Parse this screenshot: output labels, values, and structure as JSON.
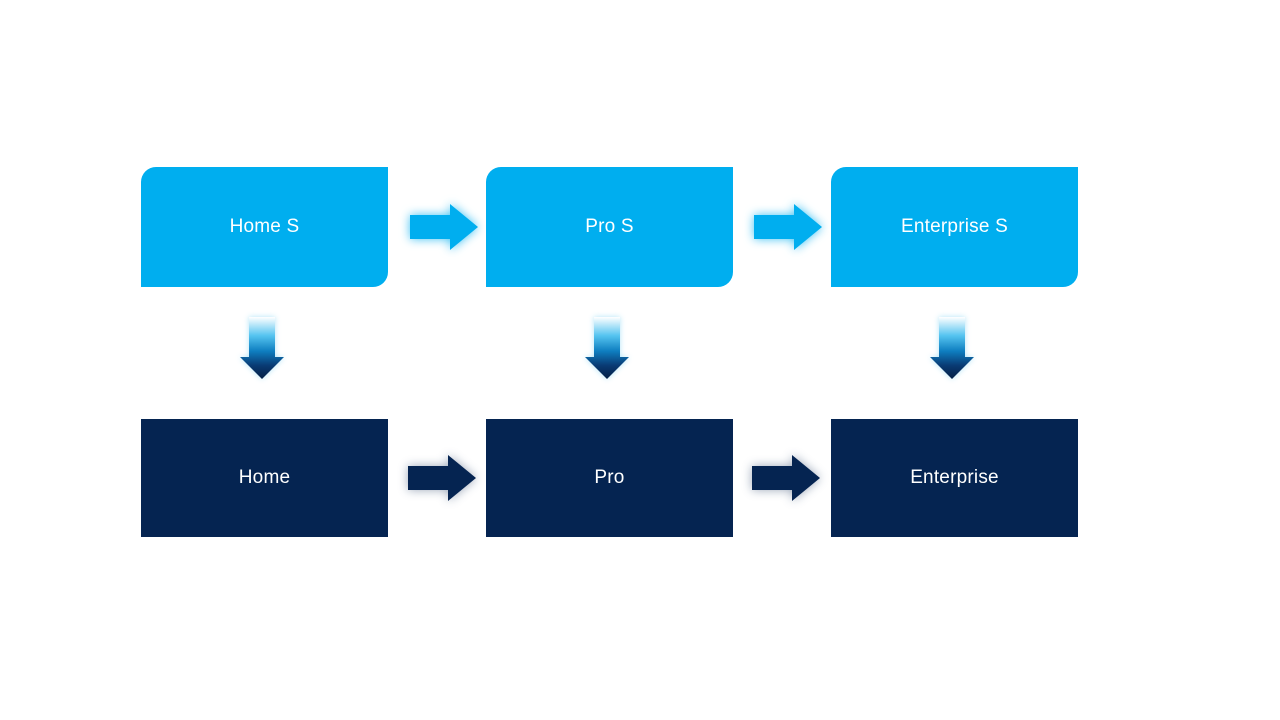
{
  "diagram": {
    "columns": [
      {
        "id": "home",
        "top_label": "Home S",
        "bottom_label": "Home"
      },
      {
        "id": "pro",
        "top_label": "Pro S",
        "bottom_label": "Pro"
      },
      {
        "id": "enterprise",
        "top_label": "Enterprise S",
        "bottom_label": "Enterprise"
      }
    ],
    "colors": {
      "canvas_bg": "#FFFFFF",
      "top_box": "#00AEEF",
      "bottom_box": "#052451",
      "label_text": "#FFFFFF",
      "top_arrow": "#00AEEF",
      "bottom_arrow": "#052451"
    },
    "down_arrow_gradient": [
      "#FFFFFF",
      "#55C4F0",
      "#0E7EC0",
      "#093B74",
      "#041F45"
    ]
  }
}
